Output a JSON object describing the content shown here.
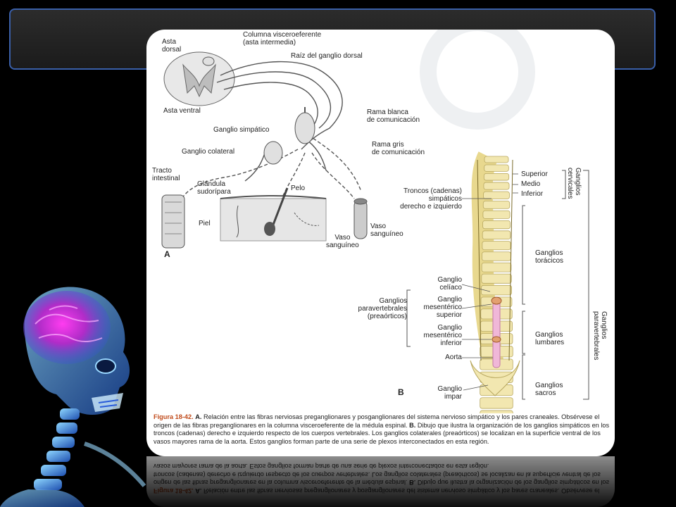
{
  "slide": {
    "title": "",
    "accent_border": "#3a5fa8"
  },
  "figure": {
    "panel_a": "A",
    "panel_b": "B",
    "labels_a": {
      "asta_dorsal": "Asta\ndorsal",
      "asta_ventral": "Asta ventral",
      "columna": "Columna visceroeferente\n(asta intermedia)",
      "raiz": "Raíz del ganglio dorsal",
      "ganglio_simpatico": "Ganglio simpático",
      "ganglio_colateral": "Ganglio colateral",
      "rama_blanca": "Rama blanca\nde comunicación",
      "rama_gris": "Rama gris\nde comunicación",
      "tracto": "Tracto\nintestinal",
      "glandula": "Glándula\nsudorípara",
      "pelo": "Pelo",
      "piel": "Piel",
      "vaso_right": "Vaso\nsanguíneo",
      "vaso_bottom": "Vaso\nsanguíneo"
    },
    "labels_b": {
      "troncos": "Troncos (cadenas)\nsimpáticos\nderecho e izquierdo",
      "superior": "Superior",
      "medio": "Medio",
      "inferior": "Inferior",
      "ganglios_cervicales": "Ganglios\ncervicales",
      "ganglios_toracicos": "Ganglios\ntorácicos",
      "ganglio_celiaco": "Ganglio\ncelíaco",
      "ganglio_mes_sup": "Ganglio\nmesentérico\nsuperior",
      "ganglio_mes_inf": "Ganglio\nmesentérico\ninferior",
      "paravertebrales": "Ganglios\nparavertebrales\n(preaórticos)",
      "aorta": "Aorta",
      "ganglios_lumbares": "Ganglios\nlumbares",
      "ganglios_sacros": "Ganglios\nsacros",
      "ganglio_impar": "Ganglio\nimpar",
      "ganglios_paravertebrales_v": "Ganglios\nparavertebrales"
    },
    "caption": {
      "fig": "Figura 18-42.",
      "a_label": "A.",
      "a_text": " Relación entre las fibras nerviosas preganglionares y posganglionares del sistema nervioso simpático y los pares craneales. Obsérvese el origen de las fibras preganglionares en la columna visceroeferente de la médula espinal. ",
      "b_label": "B.",
      "b_text": " Dibujo que ilustra la organización de los ganglios simpáticos en los troncos (cadenas) derecho e izquierdo respecto de los cuerpos vertebrales. Los ganglios colaterales (preaórticos) se localizan en la superficie ventral de los vasos mayores rama de la aorta. Estos ganglios forman parte de una serie de plexos interconectados en esta región."
    }
  }
}
